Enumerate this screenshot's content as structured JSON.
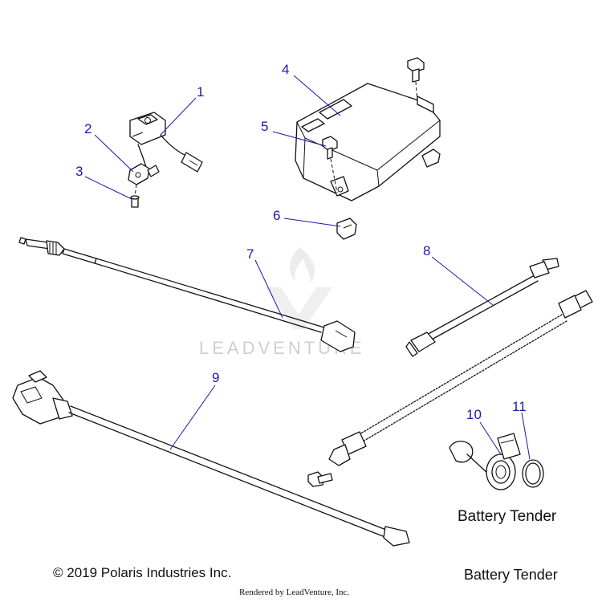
{
  "callouts": [
    {
      "id": "1",
      "label": "1"
    },
    {
      "id": "2",
      "label": "2"
    },
    {
      "id": "3",
      "label": "3"
    },
    {
      "id": "4",
      "label": "4"
    },
    {
      "id": "5",
      "label": "5"
    },
    {
      "id": "6",
      "label": "6"
    },
    {
      "id": "7",
      "label": "7"
    },
    {
      "id": "8",
      "label": "8"
    },
    {
      "id": "9",
      "label": "9"
    },
    {
      "id": "10",
      "label": "10"
    },
    {
      "id": "11",
      "label": "11"
    }
  ],
  "labels": {
    "battery_tender_group": "Battery Tender",
    "copyright": "© 2019 Polaris Industries Inc.",
    "diagram_title": "Battery Tender",
    "rendered_by": "Rendered by LeadVenture, Inc.",
    "watermark": "LEADVENTURE"
  },
  "colors": {
    "callout": "#1a1aa8",
    "line_art": "#111111",
    "watermark": "#cfcfcf"
  }
}
